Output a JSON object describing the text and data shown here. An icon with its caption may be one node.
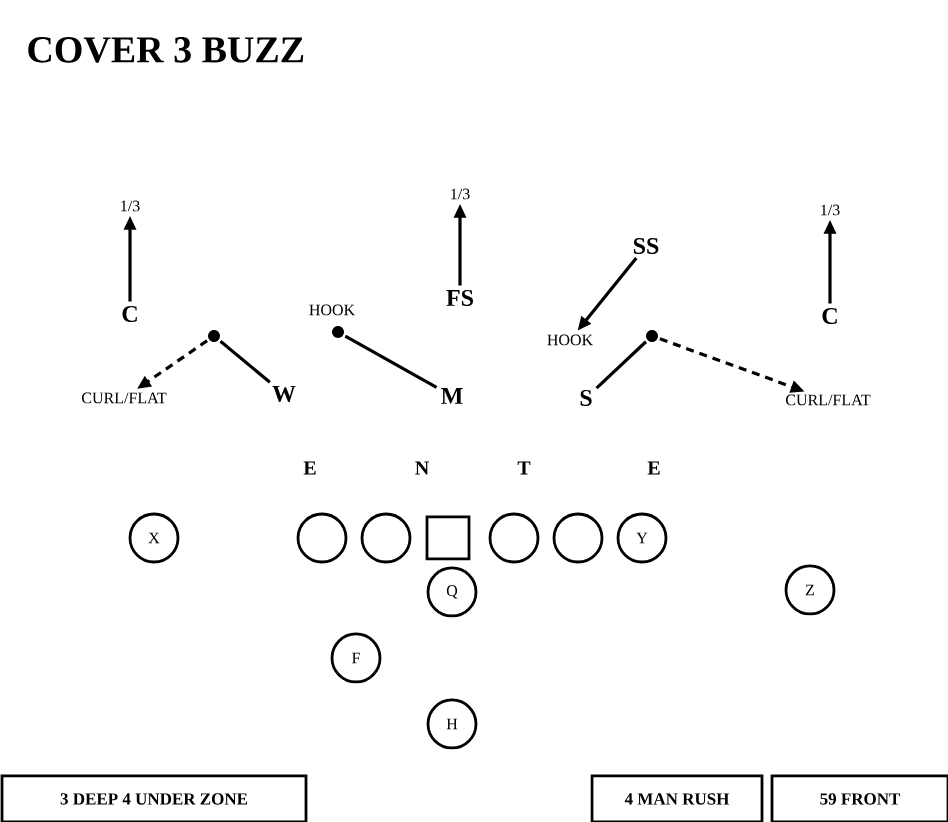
{
  "diagram": {
    "title": "COVER 3 BUZZ",
    "nodes": [
      {
        "text": [
          "1/3"
        ]
      },
      {
        "text": [
          "1/3"
        ]
      },
      {
        "text": [
          "1/3"
        ]
      },
      {
        "text": [
          "SS"
        ]
      },
      {
        "text": [
          "FS"
        ]
      },
      {
        "text": [
          "C"
        ]
      },
      {
        "text": [
          "C"
        ]
      },
      {
        "text": [],
        "shape": "circle",
        "beside": [
          "HOOK"
        ]
      },
      {
        "text": [],
        "shape": "circle"
      },
      {
        "text": [],
        "shape": "circle"
      },
      {
        "text": [
          "HOOK"
        ]
      },
      {
        "text": [
          "W"
        ]
      },
      {
        "text": [
          "M"
        ]
      },
      {
        "text": [
          "S"
        ]
      },
      {
        "text": [
          "CURL/FLAT"
        ]
      },
      {
        "text": [
          "CURL/FLAT"
        ]
      },
      {
        "text": [
          "X"
        ]
      },
      {
        "text": [],
        "shape": "circle"
      },
      {
        "text": [],
        "shape": "circle"
      },
      {
        "text": [],
        "shape": "box"
      },
      {
        "text": [],
        "shape": "circle"
      },
      {
        "text": [],
        "shape": "circle"
      },
      {
        "text": [
          "Y"
        ]
      },
      {
        "text": [
          "Q"
        ]
      },
      {
        "text": [
          "Z"
        ]
      },
      {
        "text": [
          "F"
        ]
      },
      {
        "text": [
          "H"
        ]
      },
      {
        "text": [
          "3 DEEP 4 UNDER ZONE"
        ]
      },
      {
        "text": [
          "4 MAN RUSH"
        ]
      },
      {
        "text": [
          "59 FRONT"
        ]
      }
    ],
    "edges": [
      {
        "from": 5,
        "to": 0,
        "arrow": "to"
      },
      {
        "from": 4,
        "to": 1,
        "arrow": "to"
      },
      {
        "from": 6,
        "to": 2,
        "arrow": "to"
      },
      {
        "from": 3,
        "to": 10,
        "arrow": "to"
      },
      {
        "from": 11,
        "to": 8,
        "arrow": "none"
      },
      {
        "from": 8,
        "to": 14,
        "arrow": "to",
        "style": "dashed"
      },
      {
        "from": 12,
        "to": 7,
        "arrow": "none"
      },
      {
        "from": 13,
        "to": 9,
        "arrow": "none"
      },
      {
        "from": 9,
        "to": 15,
        "arrow": "to",
        "style": "dashed"
      }
    ],
    "labels": [
      "E",
      "N",
      "T",
      "E"
    ]
  }
}
